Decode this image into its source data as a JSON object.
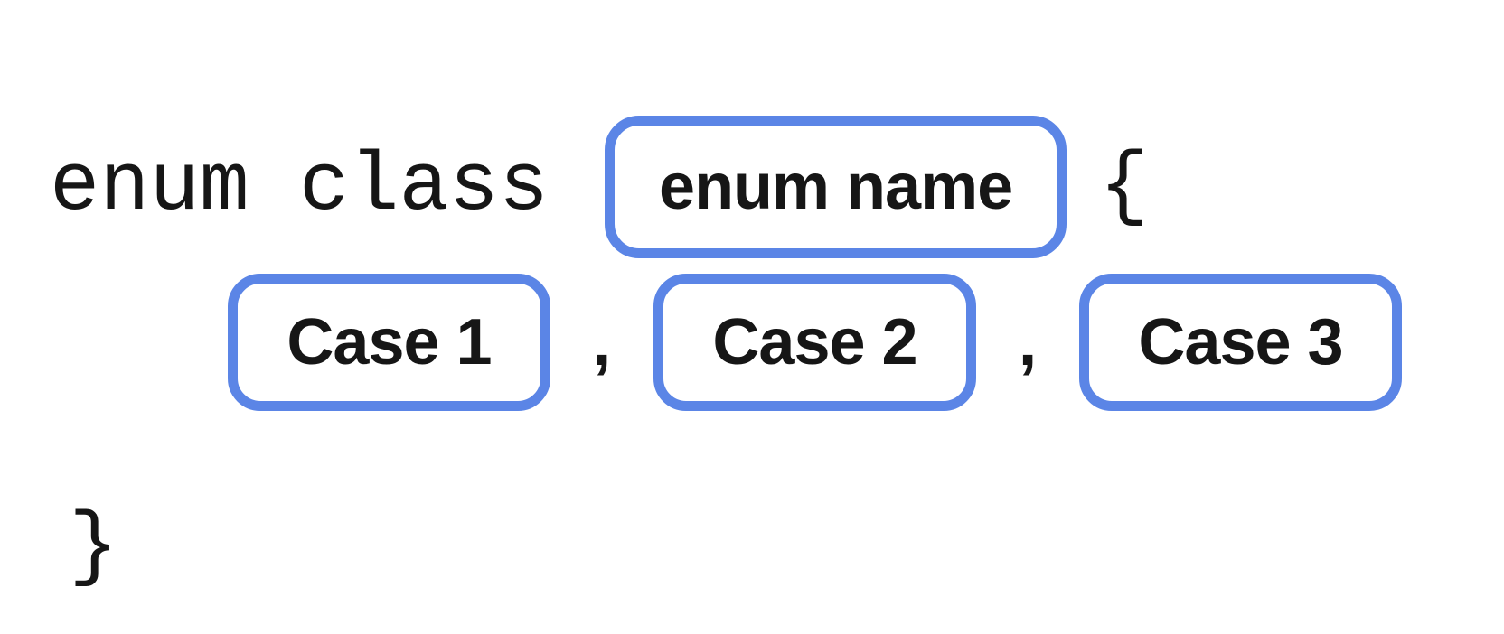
{
  "diagram": {
    "accent_color": "#5B85E6",
    "text_color": "#161616",
    "line1": {
      "keyword": "enum class",
      "enum_name_label": "enum name",
      "open_brace": "{"
    },
    "cases": [
      {
        "label": "Case 1"
      },
      {
        "label": "Case 2"
      },
      {
        "label": "Case 3"
      }
    ],
    "separator": ",",
    "line3": {
      "close_brace": "}"
    }
  }
}
